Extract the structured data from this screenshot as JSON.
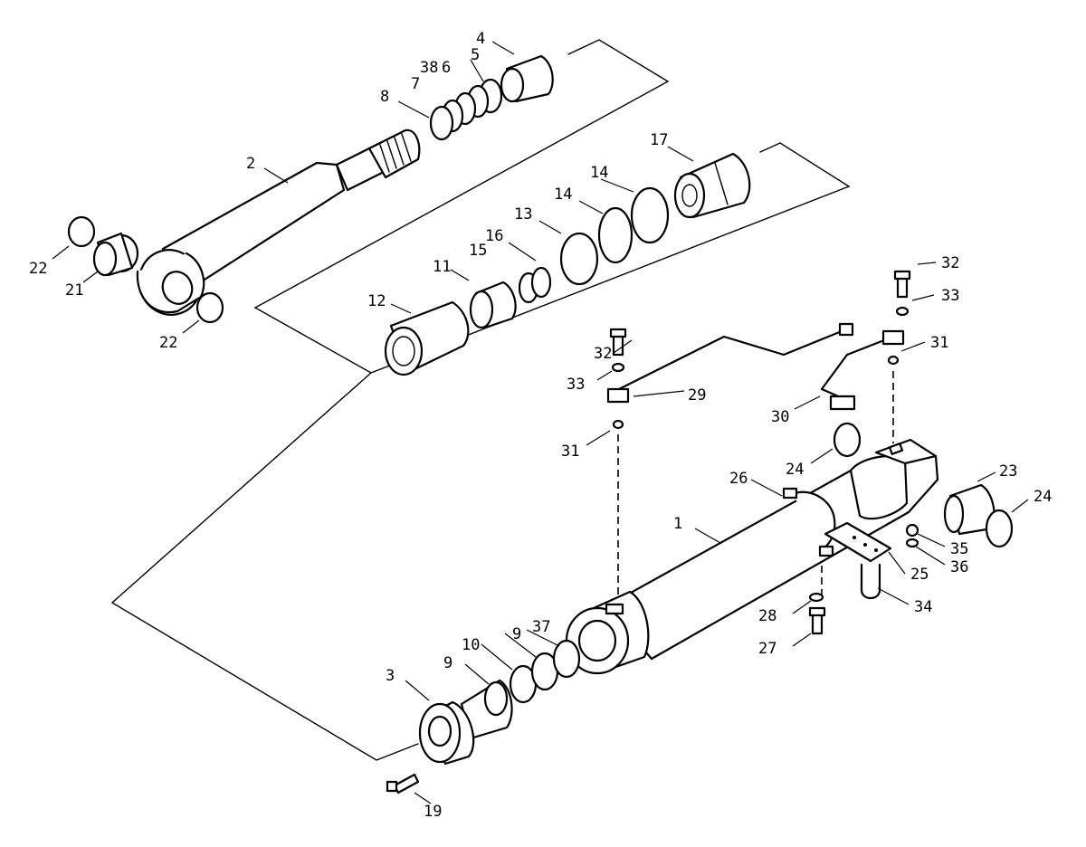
{
  "callouts": {
    "c1": "1",
    "c2": "2",
    "c3": "3",
    "c4": "4",
    "c5": "5",
    "c6": "6",
    "c7": "7",
    "c8": "8",
    "c9a": "9",
    "c9b": "9",
    "c10": "10",
    "c11": "11",
    "c12": "12",
    "c13": "13",
    "c14a": "14",
    "c14b": "14",
    "c15": "15",
    "c16": "16",
    "c17": "17",
    "c19": "19",
    "c21": "21",
    "c22a": "22",
    "c22b": "22",
    "c23": "23",
    "c24a": "24",
    "c24b": "24",
    "c25": "25",
    "c26": "26",
    "c27": "27",
    "c28": "28",
    "c29": "29",
    "c30": "30",
    "c31a": "31",
    "c31b": "31",
    "c32a": "32",
    "c32b": "32",
    "c33a": "33",
    "c33b": "33",
    "c34": "34",
    "c35": "35",
    "c36": "36",
    "c37": "37",
    "c38": "38"
  }
}
